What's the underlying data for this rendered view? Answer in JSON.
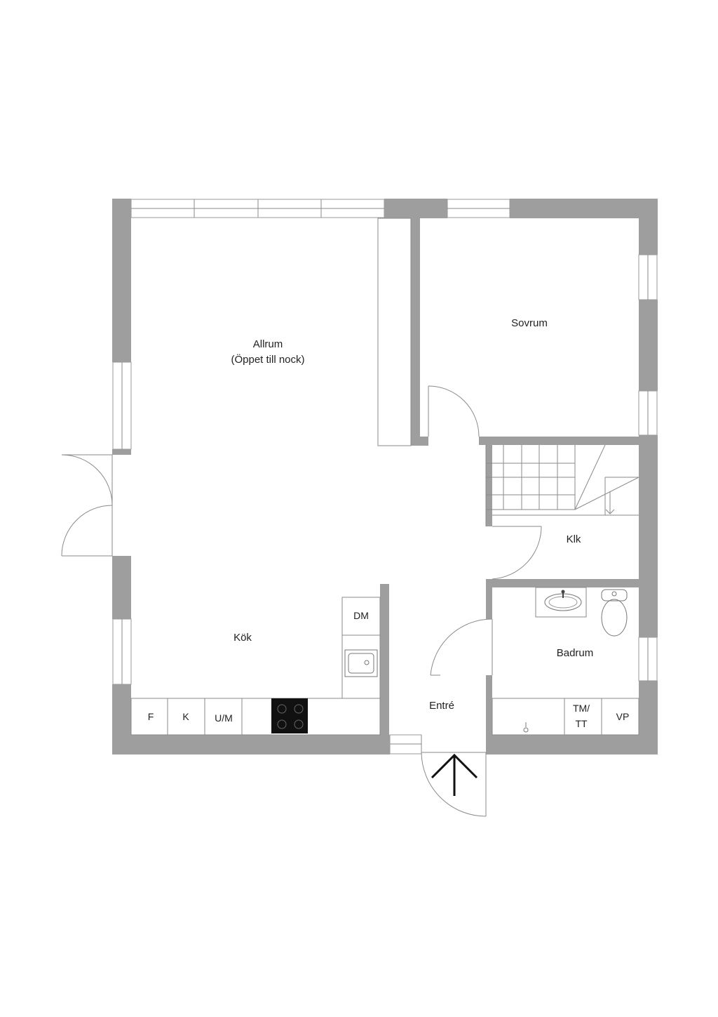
{
  "rooms": {
    "allrum": "Allrum",
    "allrum_note": "(Öppet till nock)",
    "sovrum": "Sovrum",
    "klk": "Klk",
    "kok": "Kök",
    "badrum": "Badrum",
    "entre": "Entré"
  },
  "appliances": {
    "dm": "DM",
    "f": "F",
    "k": "K",
    "um": "U/M",
    "tm_line1": "TM/",
    "tm_line2": "TT",
    "vp": "VP"
  },
  "colors": {
    "wall": "#9e9e9e",
    "line": "#8a8a8a",
    "stove": "#111111"
  }
}
